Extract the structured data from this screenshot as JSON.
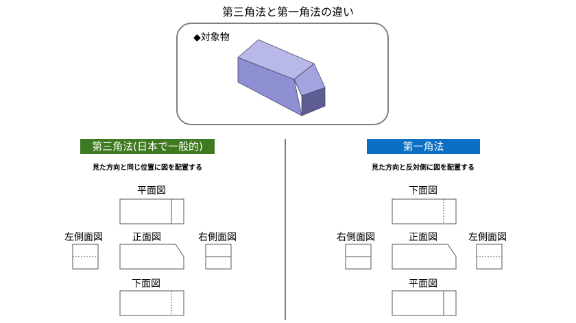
{
  "title": "第三角法と第一角法の違い",
  "object": {
    "label": "◆対象物",
    "colors": {
      "top": "#b9b9e9",
      "front": "#8e8ed2",
      "bevel": "#a3a3df",
      "side": "#5d5d94",
      "edge": "#45456a"
    }
  },
  "third_angle": {
    "heading": "第三角法(日本で一般的)",
    "heading_color": "#3e7a22",
    "subtitle": "見た方向と同じ位置に図を配置する",
    "views": {
      "top": "平面図",
      "left": "左側面図",
      "front": "正面図",
      "right": "右側面図",
      "bottom": "下面図"
    }
  },
  "first_angle": {
    "heading": "第一角法",
    "heading_color": "#0a6fc2",
    "subtitle": "見た方向と反対側に図を配置する",
    "views": {
      "top": "下面図",
      "left": "右側面図",
      "front": "正面図",
      "right": "左側面図",
      "bottom": "平面図"
    }
  },
  "colors": {
    "divider": "#7f7f7f",
    "frame": "#7f7f7f",
    "line": "#555555"
  }
}
